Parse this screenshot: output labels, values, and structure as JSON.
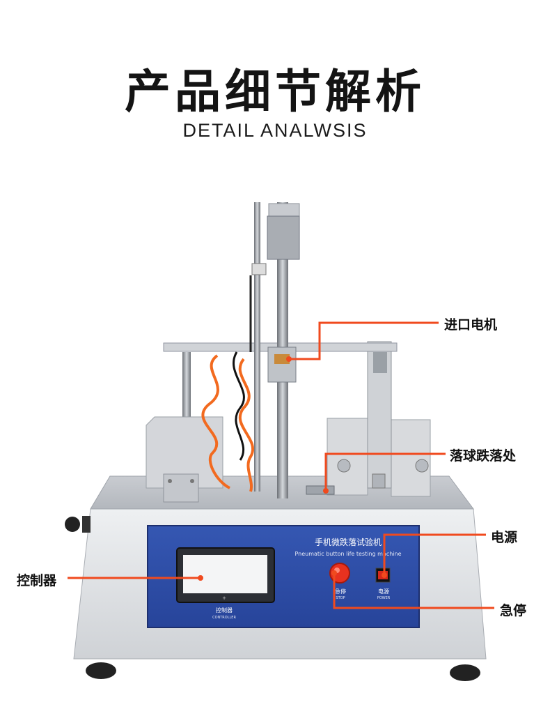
{
  "header": {
    "title_cn": "产品细节解析",
    "title_en": "DETAIL ANALWSIS"
  },
  "machine_panel": {
    "name_cn": "手机微跌落试验机",
    "name_en": "Pneumatic button life testing machine",
    "controller_cn": "控制器",
    "controller_en": "CONTROLLER",
    "stop_cn": "急停",
    "stop_en": "STOP",
    "power_cn": "电源",
    "power_en": "POWER"
  },
  "callouts": {
    "motor": "进口电机",
    "drop_point": "落球跌落处",
    "power": "电源",
    "controller": "控制器",
    "emergency_stop": "急停"
  },
  "colors": {
    "callout_line": "#f04a1e",
    "panel_blue": "#2d4fa8",
    "machine_body": "#d6d8dc",
    "tubing": "#f26a1f"
  }
}
